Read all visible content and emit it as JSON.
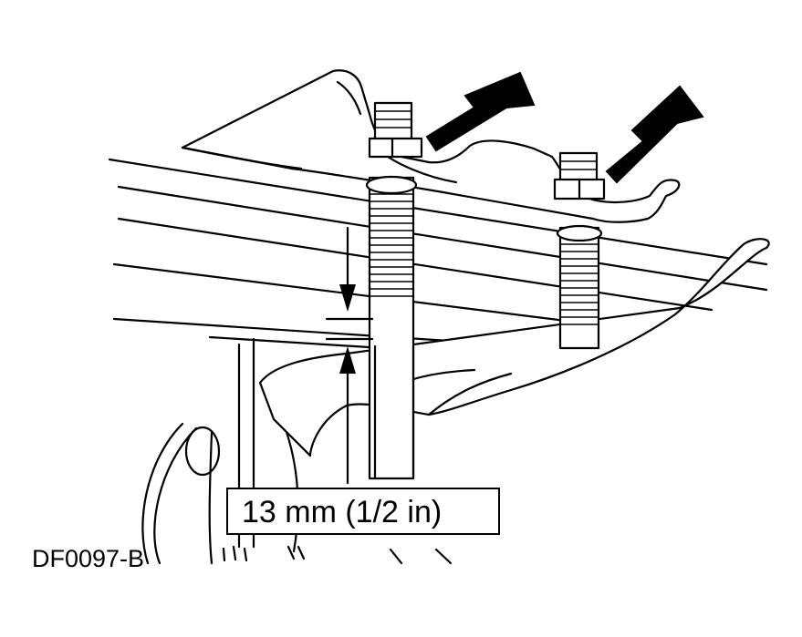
{
  "figure": {
    "dimension_label": "13 mm (1/2 in)",
    "figure_id": "DF0097-B",
    "callout_arrows": [
      "u-bolt-nut-arrow-left",
      "u-bolt-nut-arrow-right"
    ]
  },
  "colors": {
    "ink": "#000000",
    "paper": "#ffffff"
  }
}
